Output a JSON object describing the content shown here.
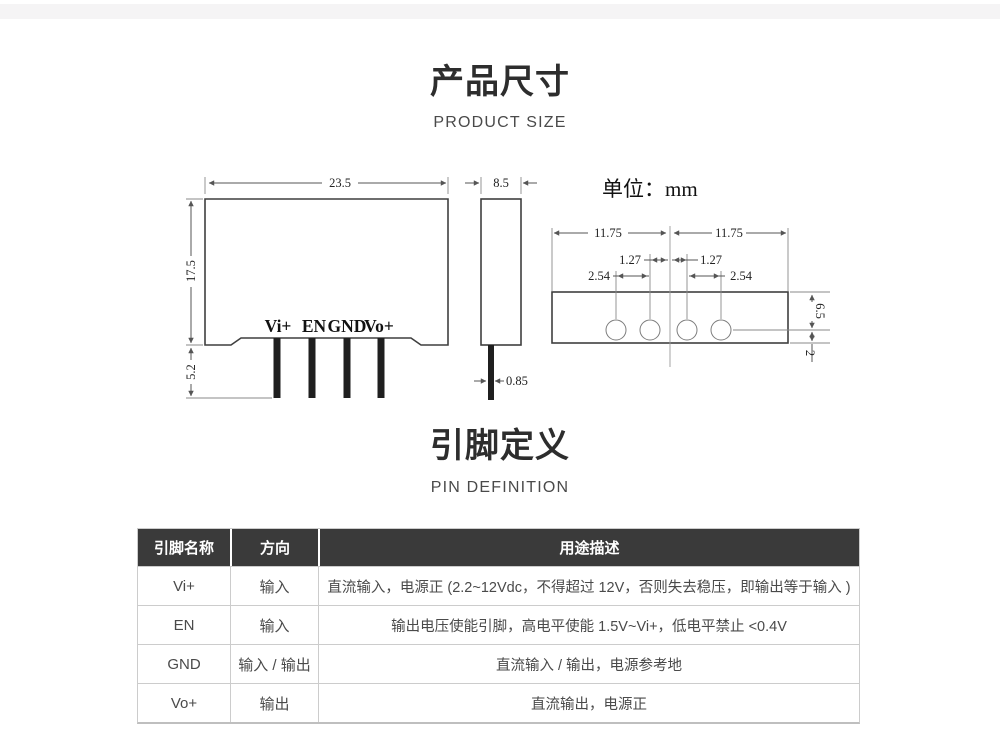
{
  "sections": {
    "size": {
      "title": "产品尺寸",
      "subtitle": "PRODUCT SIZE"
    },
    "pins": {
      "title": "引脚定义",
      "subtitle": "PIN DEFINITION"
    }
  },
  "drawing": {
    "unit_label": "单位：mm",
    "front": {
      "width": "23.5",
      "height": "17.5",
      "pin_length": "5.2",
      "pin_labels": [
        "Vi+",
        "EN",
        "GND",
        "Vo+"
      ]
    },
    "side": {
      "width": "8.5",
      "pin_width": "0.85"
    },
    "bottom": {
      "span_left": "11.75",
      "span_right": "11.75",
      "half_pitch_left": "1.27",
      "half_pitch_right": "1.27",
      "pitch_left": "2.54",
      "pitch_right": "2.54",
      "edge_to_hole_center": "6.5",
      "hole_center_to_edge": "2"
    }
  },
  "pin_table": {
    "headers": [
      "引脚名称",
      "方向",
      "用途描述"
    ],
    "rows": [
      {
        "name": "Vi+",
        "direction": "输入",
        "description": "直流输入，电源正 (2.2~12Vdc，不得超过 12V，否则失去稳压，即输出等于输入 )"
      },
      {
        "name": "EN",
        "direction": "输入",
        "description": "输出电压使能引脚，高电平使能 1.5V~Vi+，低电平禁止 <0.4V"
      },
      {
        "name": "GND",
        "direction": "输入 / 输出",
        "description": "直流输入 / 输出，电源参考地"
      },
      {
        "name": "Vo+",
        "direction": "输出",
        "description": "直流输出，电源正"
      }
    ]
  },
  "colors": {
    "table_header_bg": "#3a3a3a",
    "drawing_line": "#555555"
  }
}
